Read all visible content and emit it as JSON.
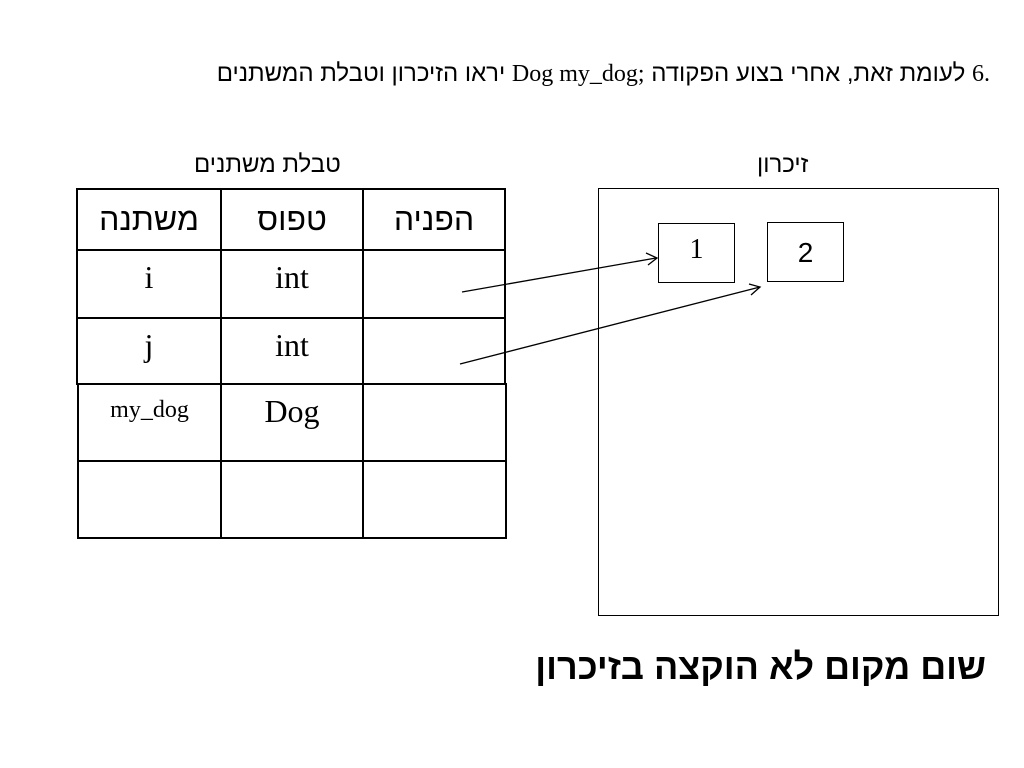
{
  "heading": {
    "number": "6.",
    "text_before": "לעומת זאת, אחרי בצוע הפקודה",
    "code": "Dog  my_dog;",
    "text_after": "יראו הזיכרון וטבלת המשתנים"
  },
  "variable_table": {
    "title": "טבלת משתנים",
    "headers": {
      "variable": "משתנה",
      "type": "טפוס",
      "reference": "הפניה"
    },
    "rows": [
      {
        "variable": "i",
        "type": "int",
        "reference": ""
      },
      {
        "variable": "j",
        "type": "int",
        "reference": ""
      },
      {
        "variable": "my_dog",
        "type": "Dog",
        "reference": ""
      },
      {
        "variable": "",
        "type": "",
        "reference": ""
      }
    ]
  },
  "memory": {
    "title": "זיכרון",
    "cells": [
      "1",
      "2"
    ]
  },
  "note": "שום מקום לא הוקצה בזיכרון",
  "colors": {
    "line": "#000000",
    "background": "#ffffff"
  }
}
